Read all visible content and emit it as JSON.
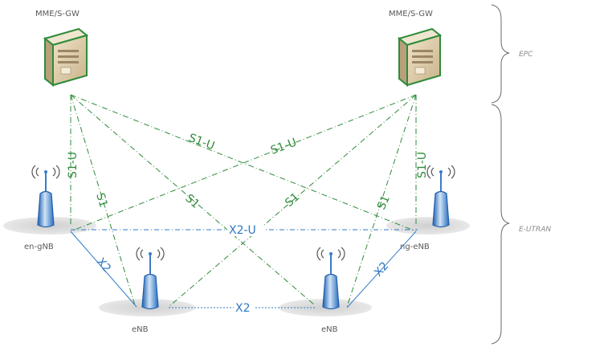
{
  "nodes": {
    "server_left": {
      "label": "MME/S-GW"
    },
    "server_right": {
      "label": "MME/S-GW"
    },
    "en_gnb": {
      "label": "en-gNB"
    },
    "ng_enb": {
      "label": "ng-eNB"
    },
    "enb_1": {
      "label": "eNB"
    },
    "enb_2": {
      "label": "eNB"
    }
  },
  "links": {
    "s1u_left_vertical": "S1-U",
    "s1u_right_vertical": "S1-U",
    "s1u_left_cross": "S1-U",
    "s1u_right_cross": "S1-U",
    "s1_left_a": "S1",
    "s1_left_b": "S1",
    "s1_right_a": "S1",
    "s1_right_b": "S1",
    "x2u_top": "X2-U",
    "x2_left": "X2",
    "x2_bottom": "X2",
    "x2_right": "X2"
  },
  "brackets": {
    "epc": "EPC",
    "e_utran": "E-UTRAN"
  },
  "colors": {
    "s1_link": "#2e8b3a",
    "x2_link": "#2f78c4",
    "server_border": "#2e8b3a",
    "server_body": "#d9c9a6",
    "antenna": "#3a7bc8",
    "shadow": "#d6d6d6"
  },
  "icons": {
    "server": "server-icon",
    "base_station": "base-station-icon",
    "signal": "signal-icon",
    "bracket": "curly-brace-icon"
  }
}
